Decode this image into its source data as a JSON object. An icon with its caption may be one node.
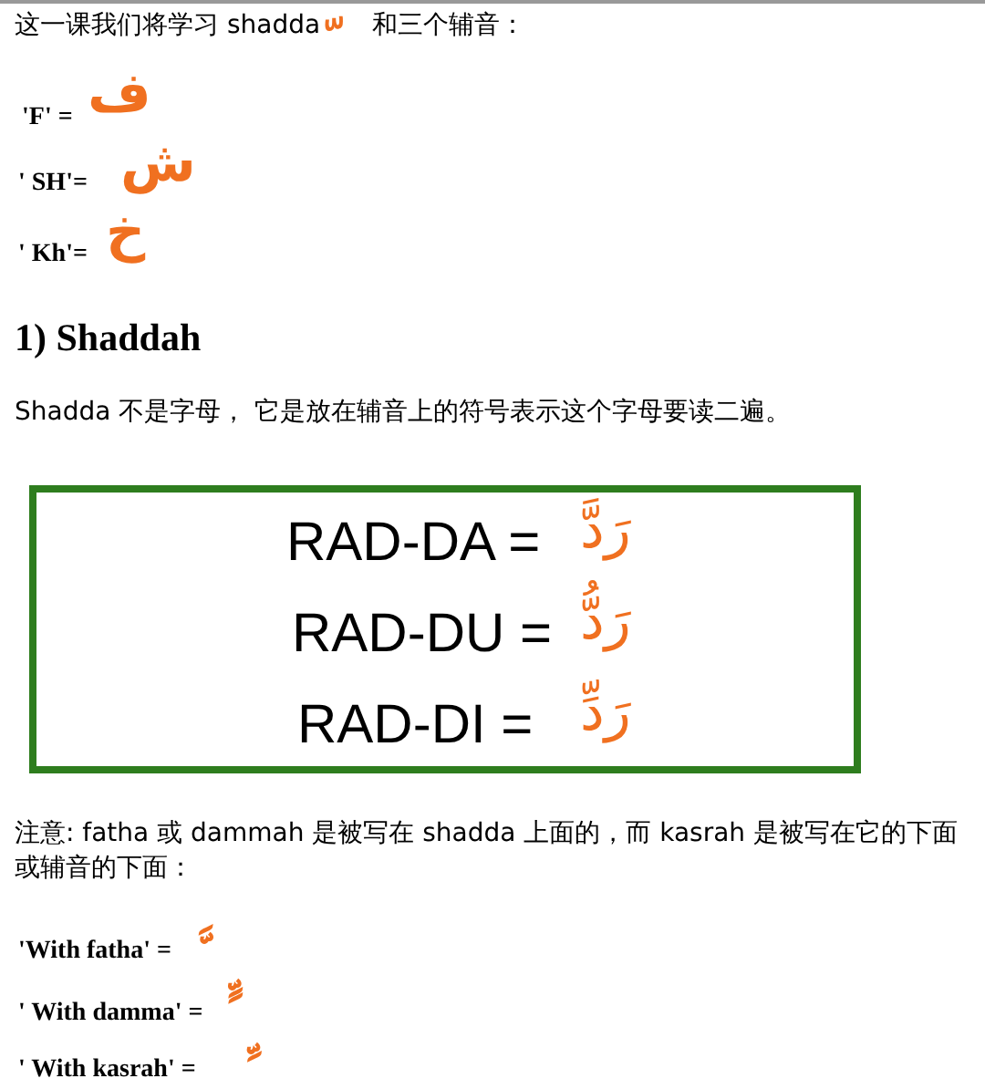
{
  "diagram": {
    "nodes": [
      {
        "text": [
          "RAD-DA =",
          "رَدَّ",
          "RAD-DU =",
          "رَدُّ",
          "RAD-DI =",
          "رَدِّ"
        ]
      }
    ],
    "labels": [
      "这一课我们将学习 shadda",
      "ﹼ",
      "和三个辅音：",
      "'F' =",
      "ف",
      "' SH'=",
      "ش",
      "' Kh'=",
      "خ",
      "1) Shaddah",
      "Shadda 不是字母， 它是放在辅音上的符号表示这个字母要读二遍。",
      "注意: fatha 或 dammah 是被写在 shadda 上面的，而 kasrah 是被写在它的下面或辅音的下面：",
      "'With fatha' =",
      "ﱠ",
      "' With damma' =",
      "ﱟ",
      "' With kasrah' =",
      "ﱢ"
    ]
  }
}
